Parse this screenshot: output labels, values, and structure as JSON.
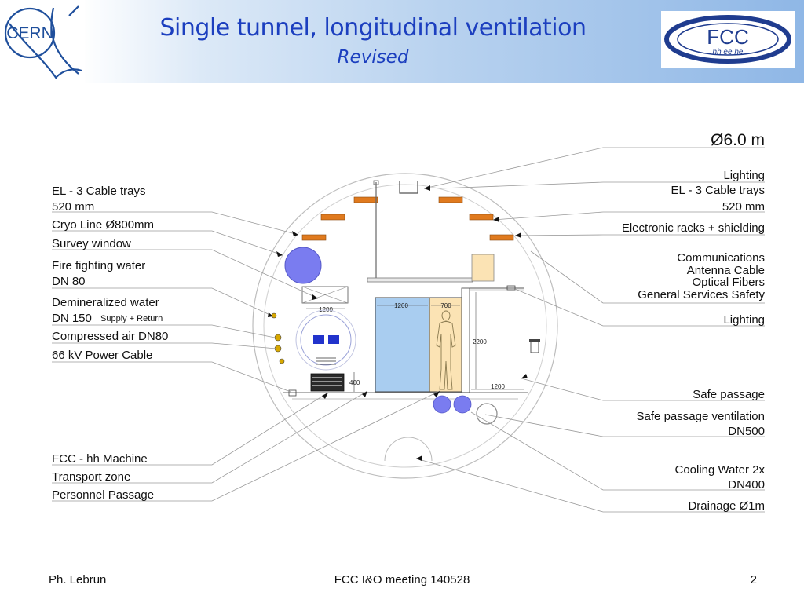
{
  "header": {
    "title": "Single tunnel, longitudinal ventilation",
    "subtitle": "Revised",
    "cern_logo_text": "CERN",
    "fcc_logo_text": "FCC",
    "fcc_logo_sub": "hh ee he"
  },
  "diagram": {
    "diameter": "Ø6.0 m",
    "left_labels": {
      "el_cable_trays_1": "EL - 3 Cable trays",
      "el_cable_trays_2": "520 mm",
      "cryo_line": "Cryo Line Ø800mm",
      "survey_window": "Survey window",
      "fire_water_1": "Fire fighting water",
      "fire_water_2": "DN 80",
      "demin_water_1": "Demineralized water",
      "demin_water_2": "DN 150",
      "demin_water_note": "Supply + Return",
      "compressed_air": "Compressed air DN80",
      "power_cable": "66 kV Power Cable",
      "fcc_machine": "FCC - hh Machine",
      "transport_zone": "Transport zone",
      "personnel_passage": "Personnel Passage"
    },
    "right_labels": {
      "lighting_top": "Lighting",
      "el_cable_trays_1": "EL - 3 Cable trays",
      "el_cable_trays_2": "520 mm",
      "electronic_racks": "Electronic racks + shielding",
      "comm_1": "Communications",
      "comm_2": "Antenna Cable",
      "comm_3": "Optical Fibers",
      "comm_4": "General Services Safety",
      "lighting_mid": "Lighting",
      "safe_passage": "Safe passage",
      "safe_vent_1": "Safe passage ventilation",
      "safe_vent_2": "DN500",
      "cooling_1": "Cooling Water 2x",
      "cooling_2": "DN400",
      "drainage": "Drainage Ø1m"
    },
    "dimensions": {
      "survey_width": "1200",
      "transport_width": "1200",
      "passage_width": "700",
      "safe_height": "2200",
      "safe_width": "1200",
      "machine_height": "400"
    }
  },
  "footer": {
    "author": "Ph. Lebrun",
    "meeting": "FCC I&O meeting 140528",
    "page": "2"
  },
  "colors": {
    "title": "#1c3fbf",
    "tray_orange": "#e07a1e",
    "cryo_blue": "#7a7cf0",
    "transport_blue": "#a9cdf0",
    "passage_yellow": "#fbe3b4"
  }
}
